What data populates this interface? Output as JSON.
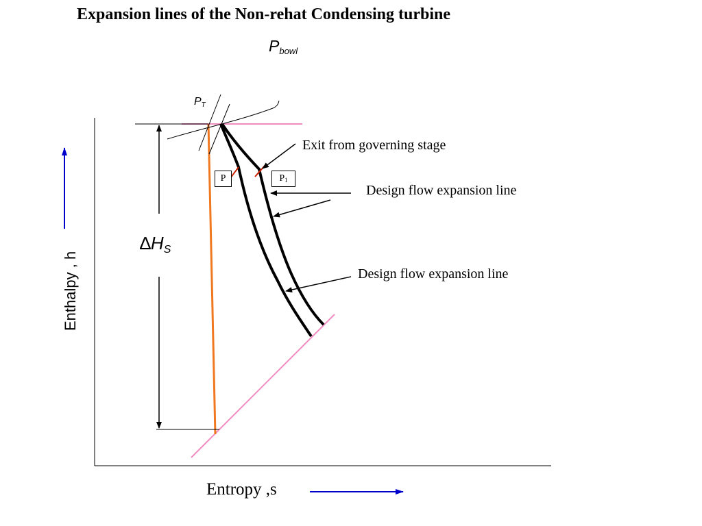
{
  "title": "Expansion lines of the Non-rehat Condensing turbine",
  "labels": {
    "p_bowl_main": "P",
    "p_bowl_sub": "bowl",
    "p_t_main": "P",
    "p_t_sub": "T",
    "exit_governing": "Exit from governing stage",
    "design_flow_1": "Design flow expansion line",
    "design_flow_2": "Design flow expansion line",
    "p_box": "P",
    "p1_box_main": "P",
    "p1_box_sub": "1",
    "delta_hs_delta": "∆",
    "delta_hs_h": "H",
    "delta_hs_sub": "S",
    "x_axis": "Entropy ,s",
    "y_axis": "Enthalpy , h"
  },
  "colors": {
    "axes": "#000000",
    "expansion_lines": "#000000",
    "isentropic_line": "#f07820",
    "pressure_lines": "#f08cc0",
    "stage_ticks": "#cc2200",
    "direction_arrows": "#0000cc"
  }
}
